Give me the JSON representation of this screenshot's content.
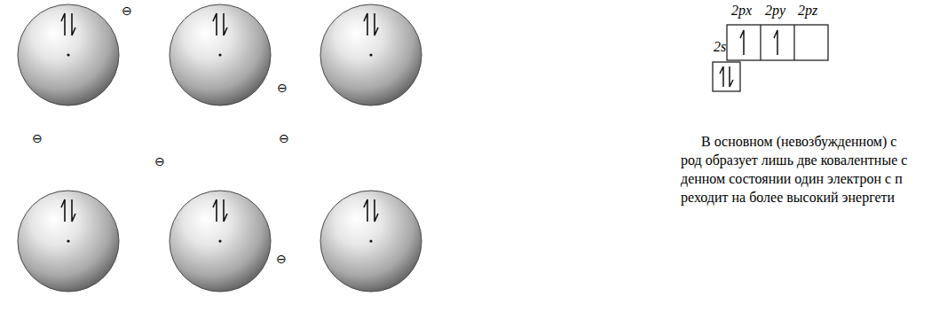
{
  "diagram": {
    "labels": [
      "2px",
      "2py",
      "2pz",
      "2s",
      "⊖",
      "⊖",
      "⊖",
      "⊖",
      "⊖",
      "⊖",
      "В основном (невозбужденном) с",
      "род образует лишь две ковалентные с",
      "денном состоянии один электрон с п",
      "реходит на более высокий энергети"
    ]
  }
}
